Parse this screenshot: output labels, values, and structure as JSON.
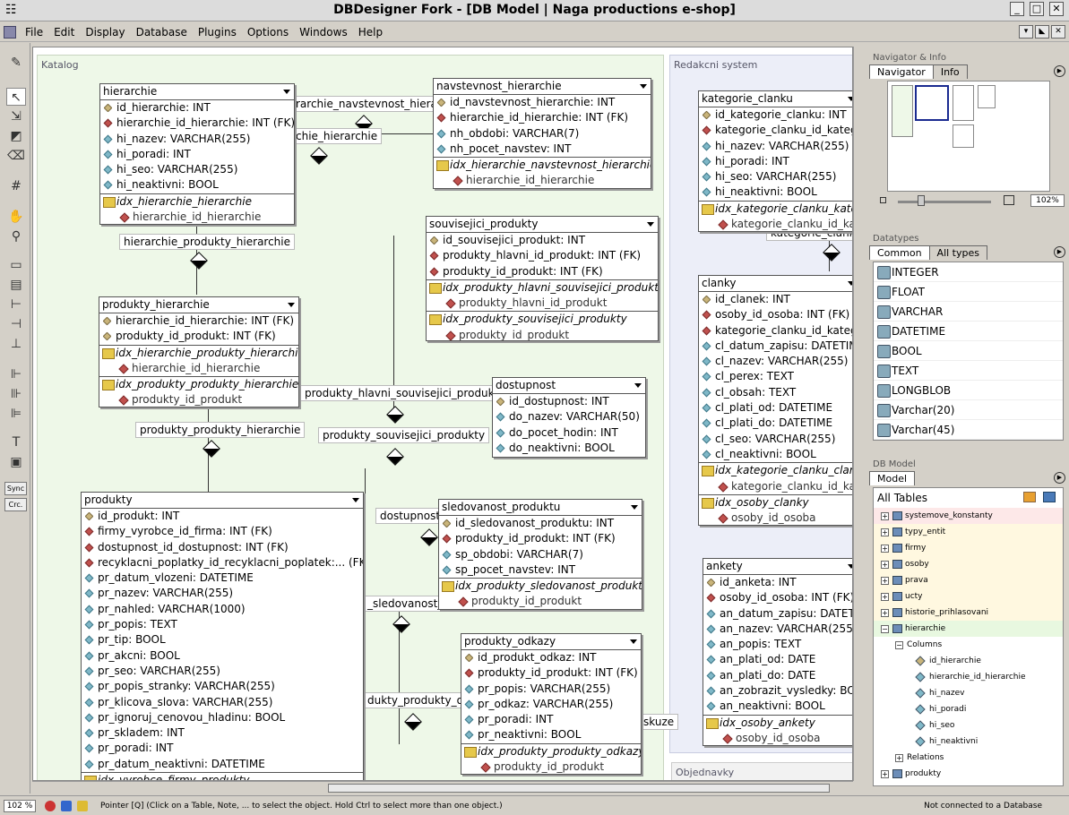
{
  "window": {
    "title": "DBDesigner Fork - [DB Model | Naga productions e-shop]",
    "minimize": "_",
    "maximize": "□",
    "close": "✕"
  },
  "menu": [
    "File",
    "Edit",
    "Display",
    "Database",
    "Plugins",
    "Options",
    "Windows",
    "Help"
  ],
  "toolbar": {
    "sync": "Sync",
    "crc": "Crc."
  },
  "regions": {
    "katalog": "Katalog",
    "redakcni": "Redakcni system",
    "objednavky": "Objednavky"
  },
  "tables": {
    "hierarchie": {
      "name": "hierarchie",
      "rows": [
        {
          "t": "pk",
          "v": "id_hierarchie: INT"
        },
        {
          "t": "fk",
          "v": "hierarchie_id_hierarchie: INT (FK)"
        },
        {
          "t": "col",
          "v": "hi_nazev: VARCHAR(255)"
        },
        {
          "t": "col",
          "v": "hi_poradi: INT"
        },
        {
          "t": "col",
          "v": "hi_seo: VARCHAR(255)"
        },
        {
          "t": "col",
          "v": "hi_neaktivni: BOOL"
        }
      ],
      "indexes": [
        {
          "name": "idx_hierarchie_hierarchie",
          "cols": [
            "hierarchie_id_hierarchie"
          ]
        }
      ]
    },
    "navstevnost_hierarchie": {
      "name": "navstevnost_hierarchie",
      "rows": [
        {
          "t": "pk",
          "v": "id_navstevnost_hierarchie: INT"
        },
        {
          "t": "fk",
          "v": "hierarchie_id_hierarchie: INT (FK)"
        },
        {
          "t": "col",
          "v": "nh_obdobi: VARCHAR(7)"
        },
        {
          "t": "col",
          "v": "nh_pocet_navstev: INT"
        }
      ],
      "indexes": [
        {
          "name": "idx_hierarchie_navstevnost_hierarchie",
          "cols": [
            "hierarchie_id_hierarchie"
          ]
        }
      ]
    },
    "souvisejici_produkty": {
      "name": "souvisejici_produkty",
      "rows": [
        {
          "t": "pk",
          "v": "id_souvisejici_produkt: INT"
        },
        {
          "t": "fk",
          "v": "produkty_hlavni_id_produkt: INT (FK)"
        },
        {
          "t": "fk",
          "v": "produkty_id_produkt: INT (FK)"
        }
      ],
      "indexes": [
        {
          "name": "idx_produkty_hlavni_souvisejici_produkty",
          "cols": [
            "produkty_hlavni_id_produkt"
          ]
        },
        {
          "name": "idx_produkty_souvisejici_produkty",
          "cols": [
            "produkty_id_produkt"
          ]
        }
      ]
    },
    "produkty_hierarchie": {
      "name": "produkty_hierarchie",
      "rows": [
        {
          "t": "pk",
          "v": "hierarchie_id_hierarchie: INT (FK)"
        },
        {
          "t": "pk",
          "v": "produkty_id_produkt: INT (FK)"
        }
      ],
      "indexes": [
        {
          "name": "idx_hierarchie_produkty_hierarchie",
          "cols": [
            "hierarchie_id_hierarchie"
          ]
        },
        {
          "name": "idx_produkty_produkty_hierarchie",
          "cols": [
            "produkty_id_produkt"
          ]
        }
      ]
    },
    "dostupnost": {
      "name": "dostupnost",
      "rows": [
        {
          "t": "pk",
          "v": "id_dostupnost: INT"
        },
        {
          "t": "col",
          "v": "do_nazev: VARCHAR(50)"
        },
        {
          "t": "col",
          "v": "do_pocet_hodin: INT"
        },
        {
          "t": "col",
          "v": "do_neaktivni: BOOL"
        }
      ],
      "indexes": []
    },
    "produkty": {
      "name": "produkty",
      "rows": [
        {
          "t": "pk",
          "v": "id_produkt: INT"
        },
        {
          "t": "fk",
          "v": "firmy_vyrobce_id_firma: INT (FK)"
        },
        {
          "t": "fk",
          "v": "dostupnost_id_dostupnost: INT (FK)"
        },
        {
          "t": "fk",
          "v": "recyklacni_poplatky_id_recyklacni_poplatek:... (FK)"
        },
        {
          "t": "col",
          "v": "pr_datum_vlozeni: DATETIME"
        },
        {
          "t": "col",
          "v": "pr_nazev: VARCHAR(255)"
        },
        {
          "t": "col",
          "v": "pr_nahled: VARCHAR(1000)"
        },
        {
          "t": "col",
          "v": "pr_popis: TEXT"
        },
        {
          "t": "col",
          "v": "pr_tip: BOOL"
        },
        {
          "t": "col",
          "v": "pr_akcni: BOOL"
        },
        {
          "t": "col",
          "v": "pr_seo: VARCHAR(255)"
        },
        {
          "t": "col",
          "v": "pr_popis_stranky: VARCHAR(255)"
        },
        {
          "t": "col",
          "v": "pr_klicova_slova: VARCHAR(255)"
        },
        {
          "t": "col",
          "v": "pr_ignoruj_cenovou_hladinu: BOOL"
        },
        {
          "t": "col",
          "v": "pr_skladem: INT"
        },
        {
          "t": "col",
          "v": "pr_poradi: INT"
        },
        {
          "t": "col",
          "v": "pr_datum_neaktivni: DATETIME"
        }
      ],
      "indexes": [
        {
          "name": "idx_vyrobce_firmy_produkty",
          "cols": []
        }
      ]
    },
    "sledovanost_produktu": {
      "name": "sledovanost_produktu",
      "rows": [
        {
          "t": "pk",
          "v": "id_sledovanost_produktu: INT"
        },
        {
          "t": "fk",
          "v": "produkty_id_produkt: INT (FK)"
        },
        {
          "t": "col",
          "v": "sp_obdobi: VARCHAR(7)"
        },
        {
          "t": "col",
          "v": "sp_pocet_navstev: INT"
        }
      ],
      "indexes": [
        {
          "name": "idx_produkty_sledovanost_produktu",
          "cols": [
            "produkty_id_produkt"
          ]
        }
      ]
    },
    "produkty_odkazy": {
      "name": "produkty_odkazy",
      "rows": [
        {
          "t": "pk",
          "v": "id_produkt_odkaz: INT"
        },
        {
          "t": "fk",
          "v": "produkty_id_produkt: INT (FK)"
        },
        {
          "t": "col",
          "v": "pr_popis: VARCHAR(255)"
        },
        {
          "t": "col",
          "v": "pr_odkaz: VARCHAR(255)"
        },
        {
          "t": "col",
          "v": "pr_poradi: INT"
        },
        {
          "t": "col",
          "v": "pr_neaktivni: BOOL"
        }
      ],
      "indexes": [
        {
          "name": "idx_produkty_produkty_odkazy",
          "cols": [
            "produkty_id_produkt"
          ]
        }
      ]
    },
    "kategorie_clanku": {
      "name": "kategorie_clanku",
      "rows": [
        {
          "t": "pk",
          "v": "id_kategorie_clanku: INT"
        },
        {
          "t": "fk",
          "v": "kategorie_clanku_id_kategorie"
        },
        {
          "t": "col",
          "v": "hi_nazev: VARCHAR(255)"
        },
        {
          "t": "col",
          "v": "hi_poradi: INT"
        },
        {
          "t": "col",
          "v": "hi_seo: VARCHAR(255)"
        },
        {
          "t": "col",
          "v": "hi_neaktivni: BOOL"
        }
      ],
      "indexes": [
        {
          "name": "idx_kategorie_clanku_kateg",
          "cols": [
            "kategorie_clanku_id_kat"
          ]
        }
      ]
    },
    "clanky": {
      "name": "clanky",
      "rows": [
        {
          "t": "pk",
          "v": "id_clanek: INT"
        },
        {
          "t": "fk",
          "v": "osoby_id_osoba: INT (FK)"
        },
        {
          "t": "fk",
          "v": "kategorie_clanku_id_kategor"
        },
        {
          "t": "col",
          "v": "cl_datum_zapisu: DATETIME"
        },
        {
          "t": "col",
          "v": "cl_nazev: VARCHAR(255)"
        },
        {
          "t": "col",
          "v": "cl_perex: TEXT"
        },
        {
          "t": "col",
          "v": "cl_obsah: TEXT"
        },
        {
          "t": "col",
          "v": "cl_plati_od: DATETIME"
        },
        {
          "t": "col",
          "v": "cl_plati_do: DATETIME"
        },
        {
          "t": "col",
          "v": "cl_seo: VARCHAR(255)"
        },
        {
          "t": "col",
          "v": "cl_neaktivni: BOOL"
        }
      ],
      "indexes": [
        {
          "name": "idx_kategorie_clanku_clank",
          "cols": [
            "kategorie_clanku_id_kat"
          ]
        },
        {
          "name": "idx_osoby_clanky",
          "cols": [
            "osoby_id_osoba"
          ]
        }
      ]
    },
    "ankety": {
      "name": "ankety",
      "rows": [
        {
          "t": "pk",
          "v": "id_anketa: INT"
        },
        {
          "t": "fk",
          "v": "osoby_id_osoba: INT (FK)"
        },
        {
          "t": "col",
          "v": "an_datum_zapisu: DATETI"
        },
        {
          "t": "col",
          "v": "an_nazev: VARCHAR(255"
        },
        {
          "t": "col",
          "v": "an_popis: TEXT"
        },
        {
          "t": "col",
          "v": "an_plati_od: DATE"
        },
        {
          "t": "col",
          "v": "an_plati_do: DATE"
        },
        {
          "t": "col",
          "v": "an_zobrazit_vysledky: BO"
        },
        {
          "t": "col",
          "v": "an_neaktivni: BOOL"
        }
      ],
      "indexes": [
        {
          "name": "idx_osoby_ankety",
          "cols": [
            "osoby_id_osoba"
          ]
        }
      ]
    }
  },
  "relations": {
    "r1": "rarchie_navstevnost_hierar",
    "r2": "chie_hierarchie",
    "r3": "hierarchie_produkty_hierarchie",
    "r4": "produkty_hlavni_souvisejici_produkty",
    "r5": "produkty_souvisejici_produkty",
    "r6": "produkty_produkty_hierarchie",
    "r7": "dostupnost_p",
    "r8": "_sledovanost_p",
    "r9": "dukty_produkty_odk",
    "r10": "skuze",
    "r11": "kategorie_clanku"
  },
  "status": {
    "zoom": "102 %",
    "message": "Pointer [Q] (Click on a Table, Note, ... to select the object. Hold Ctrl to select more than one object.)",
    "connection": "Not connected to a Database"
  },
  "navigator": {
    "title": "Navigator & Info",
    "tabs": [
      "Navigator",
      "Info"
    ],
    "zoom": "102%"
  },
  "datatypes": {
    "title": "Datatypes",
    "tabs": [
      "Common",
      "All types"
    ],
    "items": [
      "INTEGER",
      "FLOAT",
      "VARCHAR",
      "DATETIME",
      "BOOL",
      "TEXT",
      "LONGBLOB",
      "Varchar(20)",
      "Varchar(45)"
    ]
  },
  "dbmodel": {
    "title": "DB Model",
    "tab": "Model",
    "all_tables": "All Tables",
    "tables": [
      "systemove_konstanty",
      "typy_entit",
      "firmy",
      "osoby",
      "prava",
      "ucty",
      "historie_prihlasovani",
      "hierarchie"
    ],
    "columns_label": "Columns",
    "columns": [
      "id_hierarchie",
      "hierarchie_id_hierarchie",
      "hi_nazev",
      "hi_poradi",
      "hi_seo",
      "hi_neaktivni"
    ],
    "relations_label": "Relations",
    "last": "produkty"
  }
}
